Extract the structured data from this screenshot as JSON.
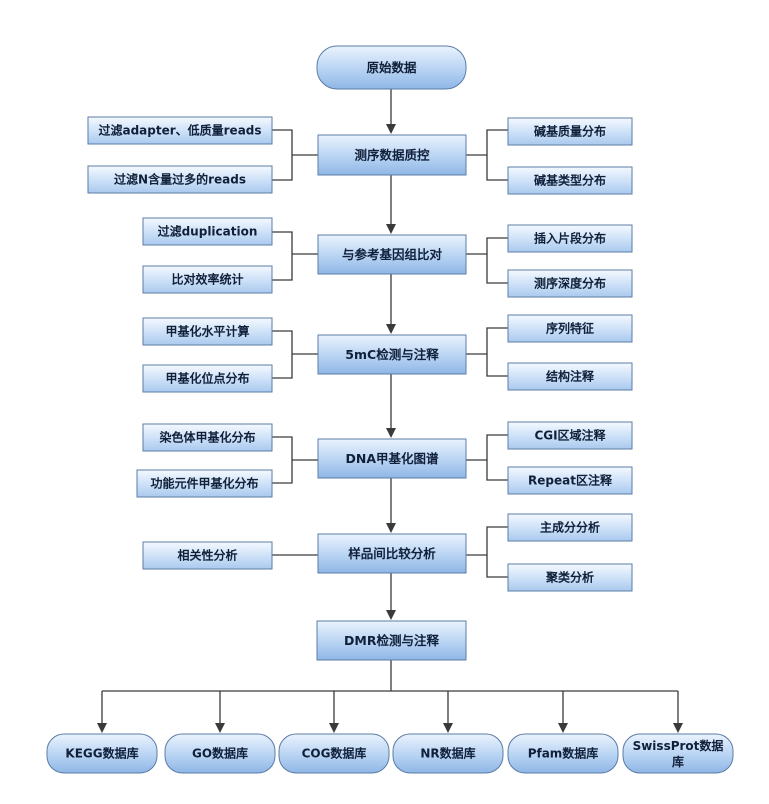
{
  "nodes": {
    "raw_data": "原始数据",
    "qc": "测序数据质控",
    "filter_adapter": "过滤adapter、低质量reads",
    "filter_n": "过滤N含量过多的reads",
    "base_quality": "碱基质量分布",
    "base_type": "碱基类型分布",
    "align": "与参考基因组比对",
    "filter_dup": "过滤duplication",
    "align_stat": "比对效率统计",
    "insert_size": "插入片段分布",
    "depth": "测序深度分布",
    "detect_5mc": "5mC检测与注释",
    "meth_level": "甲基化水平计算",
    "meth_site": "甲基化位点分布",
    "seq_feature": "序列特征",
    "struct_anno": "结构注释",
    "dna_meth_map": "DNA甲基化图谱",
    "chrom_meth": "染色体甲基化分布",
    "func_meth": "功能元件甲基化分布",
    "cgi_anno": "CGI区域注释",
    "repeat_anno": "Repeat区注释",
    "sample_compare": "样品间比较分析",
    "correlation": "相关性分析",
    "pca": "主成分分析",
    "cluster": "聚类分析",
    "dmr": "DMR检测与注释",
    "kegg": "KEGG数据库",
    "go": "GO数据库",
    "cog": "COG数据库",
    "nr": "NR数据库",
    "pfam": "Pfam数据库",
    "swissprot_1": "SwissProt数据",
    "swissprot_2": "库"
  }
}
